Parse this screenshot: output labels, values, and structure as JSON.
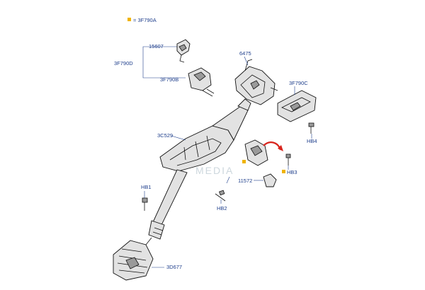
{
  "diagram": {
    "legend_label": "= 3F790A",
    "callouts": {
      "c_15607": "15607",
      "c_3F790D": "3F790D",
      "c_3F790B": "3F790B",
      "c_6475": "6475",
      "c_3F790C": "3F790C",
      "c_HB4": "HB4",
      "c_3C529": "3C529",
      "c_HB3": "HB3",
      "c_11572": "11572",
      "c_HB1": "HB1",
      "c_HB2": "HB2",
      "c_3D677": "3D677"
    },
    "watermark": "MEDIA",
    "colors": {
      "callout_text": "#1f3f8c",
      "marker": "#f0b400",
      "arrow": "#d8241c",
      "line_art": "#111111"
    }
  }
}
